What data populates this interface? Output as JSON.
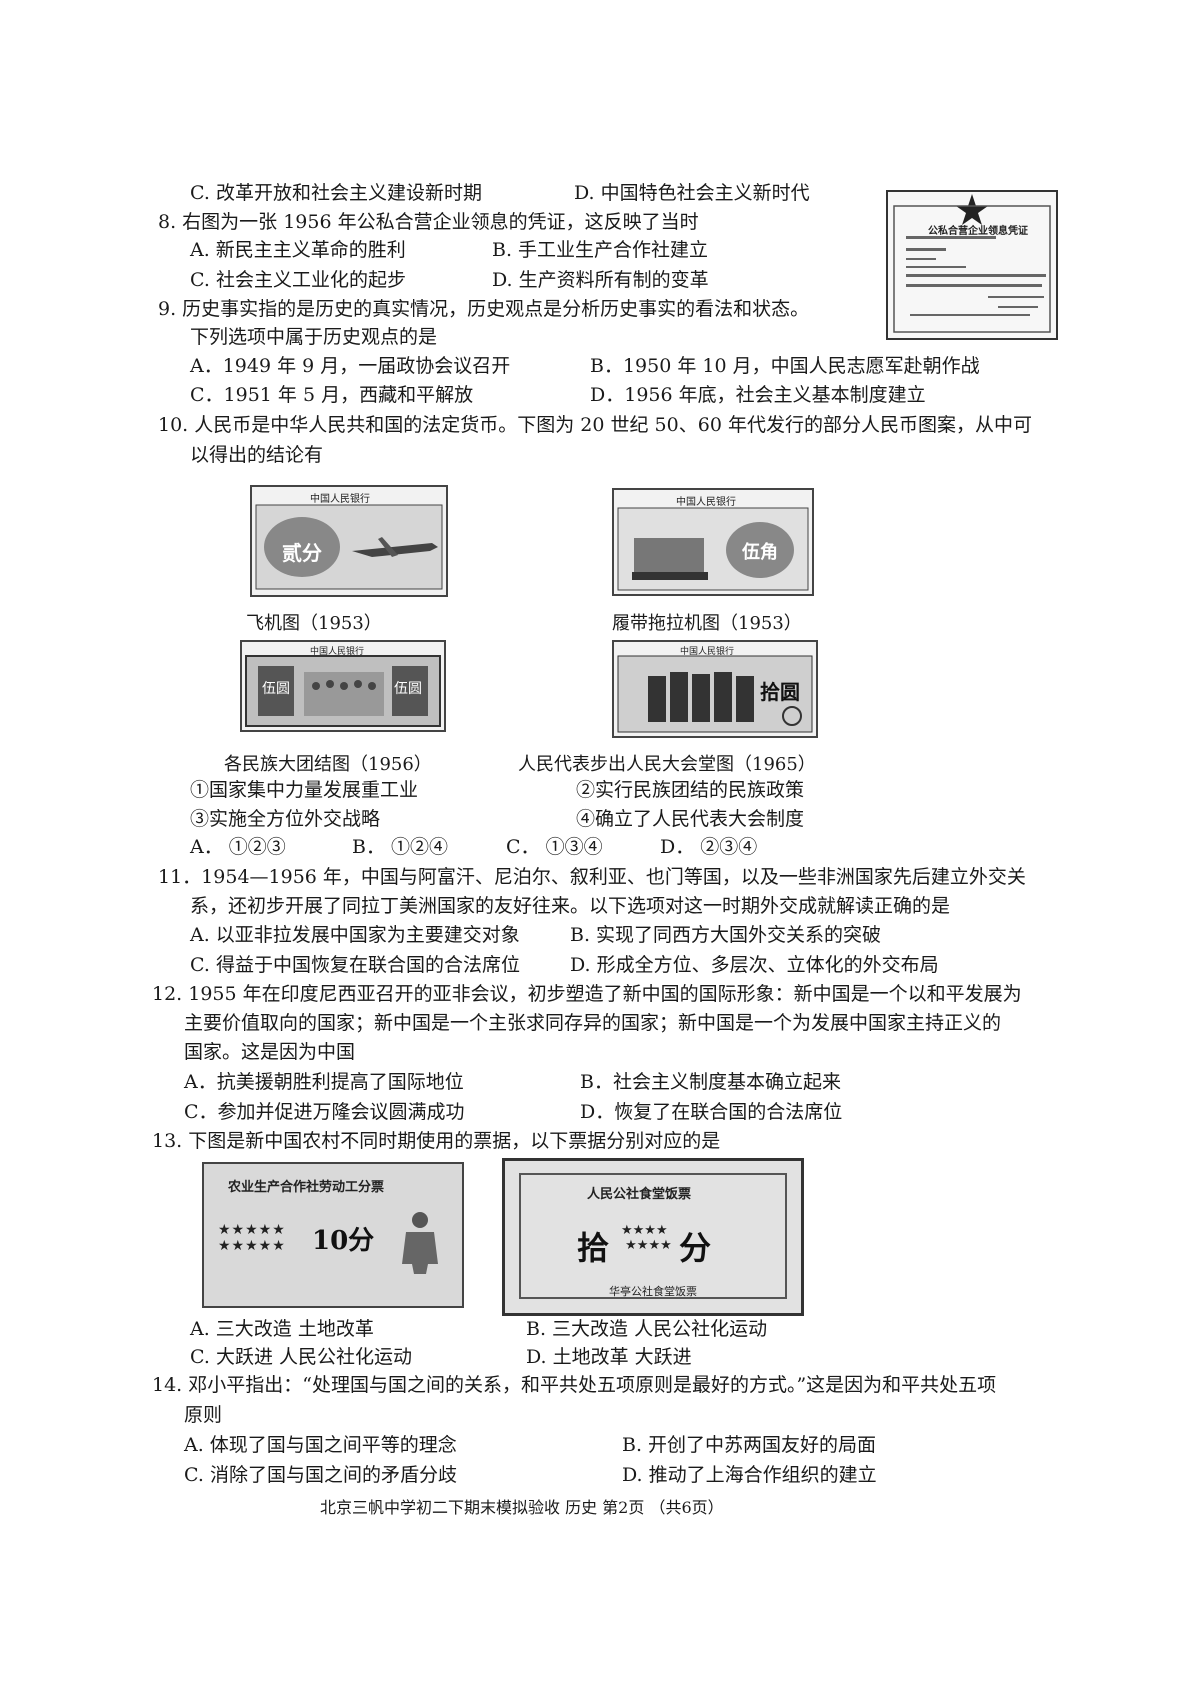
{
  "q7": {
    "opt_c": "C. 改革开放和社会主义建设新时期",
    "opt_d": "D. 中国特色社会主义新时代"
  },
  "q8": {
    "stem": "8. 右图为一张 1956 年公私合营企业领息的凭证，这反映了当时",
    "opt_a": "A. 新民主主义革命的胜利",
    "opt_b": "B. 手工业生产合作社建立",
    "opt_c": "C. 社会主义工业化的起步",
    "opt_d": "D. 生产资料所有制的变革",
    "certificate_title": "公私合营企业领息凭证"
  },
  "q9": {
    "stem_line1": "9.  历史事实指的是历史的真实情况，历史观点是分析历史事实的看法和状态。",
    "stem_line2": "下列选项中属于历史观点的是",
    "opt_a": "A．1949 年 9 月，一届政协会议召开",
    "opt_b": "B．1950 年 10 月，中国人民志愿军赴朝作战",
    "opt_c": "C．1951 年 5 月，西藏和平解放",
    "opt_d": "D．1956 年底，社会主义基本制度建立"
  },
  "q10": {
    "stem_line1": "10. 人民币是中华人民共和国的法定货币。下图为 20 世纪 50、60 年代发行的部分人民币图案，从中可",
    "stem_line2": "以得出的结论有",
    "bank_name": "中国人民银行",
    "note1_value": "贰分",
    "note2_value": "伍角",
    "note3_value": "伍圆",
    "note4_value": "拾圆",
    "caption1": "飞机图（1953）",
    "caption2": "履带拖拉机图（1953）",
    "caption3": "各民族大团结图（1956）",
    "caption4": "人民代表步出人民大会堂图（1965）",
    "item1": "①国家集中力量发展重工业",
    "item2": "②实行民族团结的民族政策",
    "item3": "③实施全方位外交战略",
    "item4": "④确立了人民代表大会制度",
    "opt_a": "A．  ①②③",
    "opt_b": "B．  ①②④",
    "opt_c": "C．  ①③④",
    "opt_d": "D．  ②③④"
  },
  "q11": {
    "stem_line1": "11．1954—1956 年，中国与阿富汗、尼泊尔、叙利亚、也门等国，以及一些非洲国家先后建立外交关",
    "stem_line2": "系，还初步开展了同拉丁美洲国家的友好往来。以下选项对这一时期外交成就解读正确的是",
    "opt_a": "A. 以亚非拉发展中国家为主要建交对象",
    "opt_b": "B. 实现了同西方大国外交关系的突破",
    "opt_c": "C. 得益于中国恢复在联合国的合法席位",
    "opt_d": "D. 形成全方位、多层次、立体化的外交布局"
  },
  "q12": {
    "stem_line1": "12. 1955 年在印度尼西亚召开的亚非会议，初步塑造了新中国的国际形象：新中国是一个以和平发展为",
    "stem_line2": "主要价值取向的国家；新中国是一个主张求同存异的国家；新中国是一个为发展中国家主持正义的",
    "stem_line3": "国家。这是因为中国",
    "opt_a": "A．抗美援朝胜利提高了国际地位",
    "opt_b": "B．社会主义制度基本确立起来",
    "opt_c": "C．参加并促进万隆会议圆满成功",
    "opt_d": "D．恢复了在联合国的合法席位"
  },
  "q13": {
    "stem": "13. 下图是新中国农村不同时期使用的票据，以下票据分别对应的是",
    "ticket1_title": "农业生产合作社劳动工分票",
    "ticket1_value": "10分",
    "ticket2_title": "人民公社食堂饭票",
    "ticket2_value": "拾分",
    "ticket2_sub": "华亭公社食堂饭票",
    "opt_a": "A. 三大改造  土地改革",
    "opt_b": "B. 三大改造  人民公社化运动",
    "opt_c": "C. 大跃进  人民公社化运动",
    "opt_d": "D. 土地改革  大跃进"
  },
  "q14": {
    "stem_line1": "14. 邓小平指出：“处理国与国之间的关系，和平共处五项原则是最好的方式。”这是因为和平共处五项",
    "stem_line2": "原则",
    "opt_a": "A. 体现了国与国之间平等的理念",
    "opt_b": "B. 开创了中苏两国友好的局面",
    "opt_c": "C. 消除了国与国之间的矛盾分歧",
    "opt_d": "D. 推动了上海合作组织的建立"
  },
  "footer": "北京三帆中学初二下期末模拟验收  历史    第2页  （共6页）"
}
